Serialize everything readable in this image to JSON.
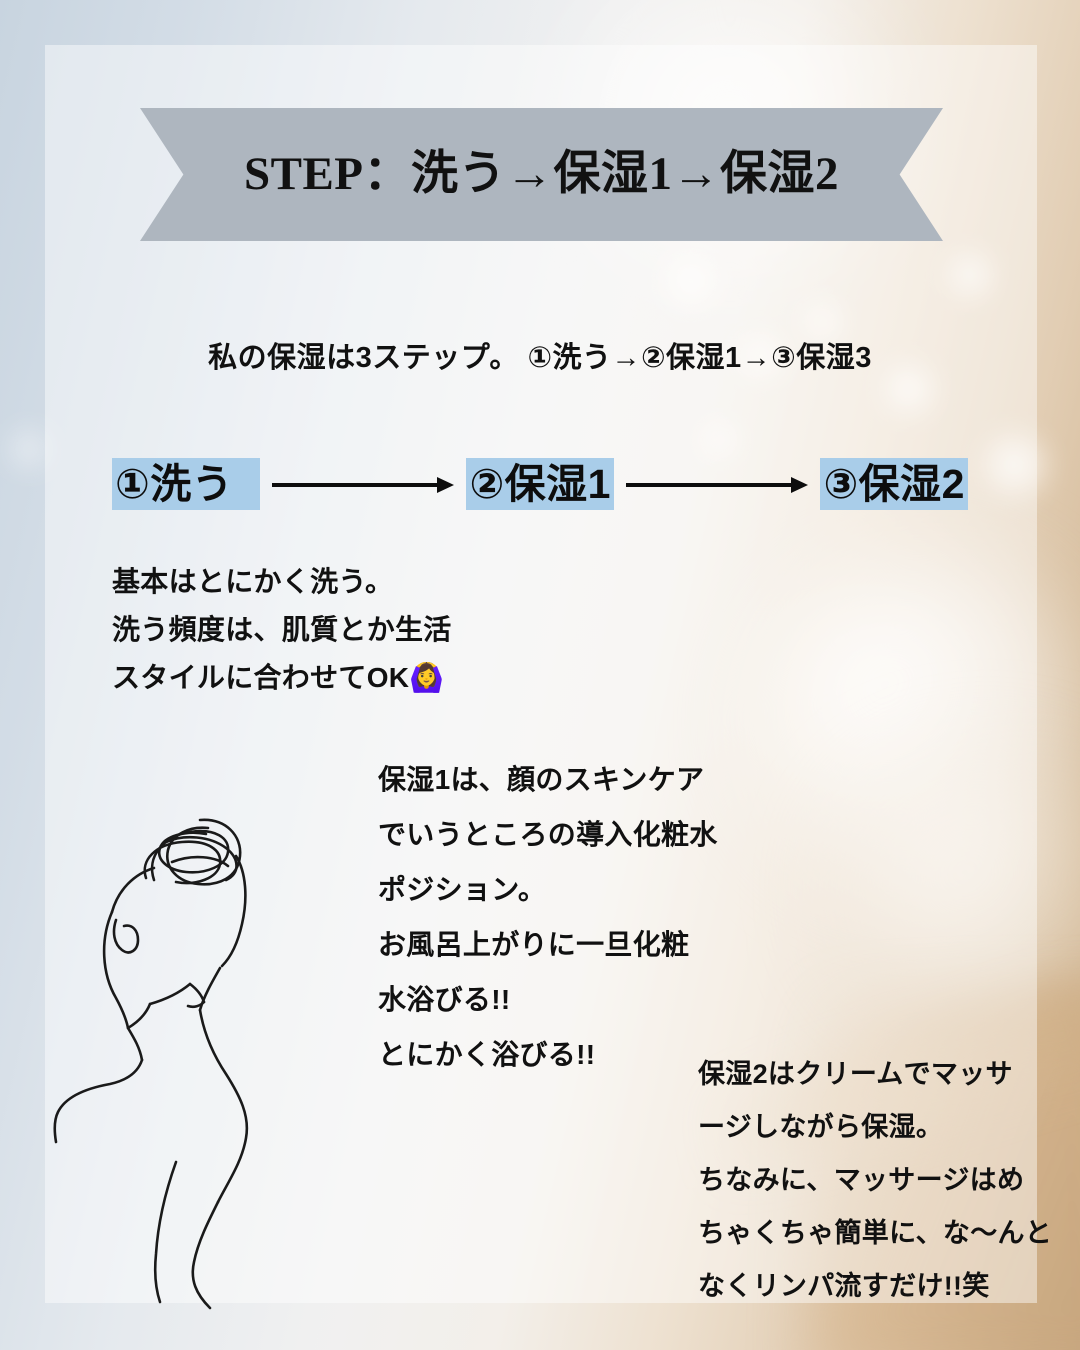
{
  "banner": {
    "title": "STEP：洗う→保湿1→保湿2",
    "bg_color": "#aeb6bf",
    "text_color": "#111111"
  },
  "intro": {
    "text": "私の保湿は3ステップ。\n①洗う→②保湿1→③保湿3"
  },
  "flow": {
    "highlight_color": "#a9cde9",
    "arrow_color": "#0d0d0d",
    "steps": [
      {
        "label": "①洗う"
      },
      {
        "label": "②保湿1"
      },
      {
        "label": "③保湿2"
      }
    ],
    "arrows": [
      {
        "glyph": "→"
      },
      {
        "glyph": "→"
      }
    ]
  },
  "blocks": {
    "wash": {
      "text": "基本はとにかく洗う。\n洗う頻度は、肌質とか生活\nスタイルに合わせてOK",
      "emoji": "🙆‍♀️"
    },
    "moisture_1": {
      "text": "保湿1は、顔のスキンケア\nでいうところの導入化粧水\nポジション。\nお風呂上がりに一旦化粧\n水浴びる!!\nとにかく浴びる!!"
    },
    "moisture_2": {
      "text": "保湿2はクリームでマッサ\nージしながら保湿。\nちなみに、マッサージはめ\nちゃくちゃ簡単に、な〜んと\nなくリンパ流すだけ!!笑"
    }
  },
  "artwork": {
    "figure_label": "woman-line-art",
    "stroke_color": "#1a1a1a"
  },
  "background": {
    "panel_color": "rgba(255,255,255,0.46)",
    "left_tone": "#c5d2de",
    "right_tone": "#c4a57f"
  }
}
